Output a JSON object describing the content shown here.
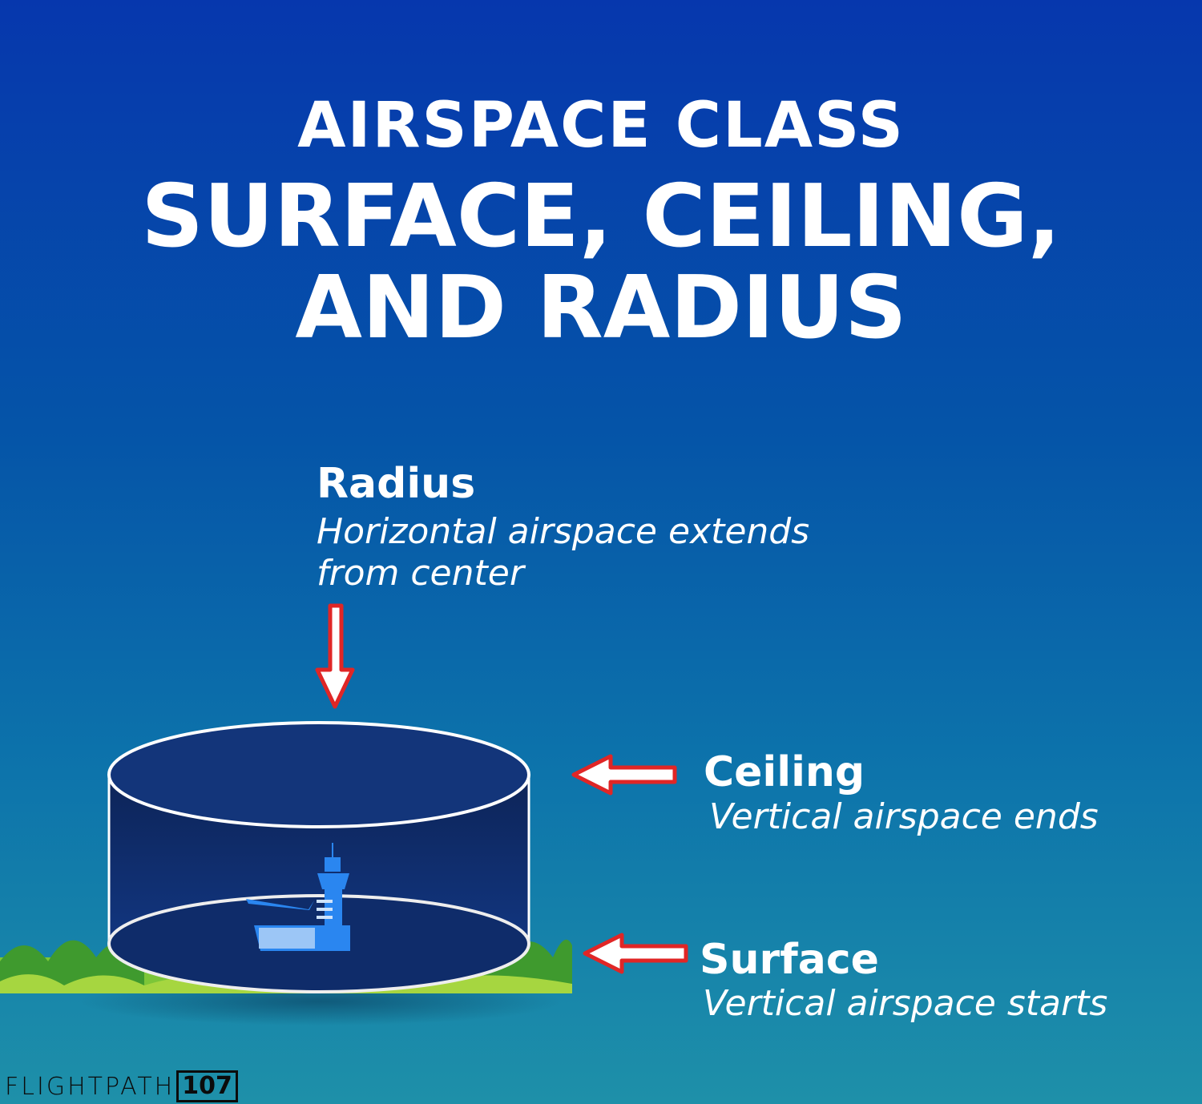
{
  "title": {
    "line1": "AIRSPACE CLASS",
    "line2": "SURFACE, CEILING,",
    "line3": "AND RADIUS"
  },
  "radius": {
    "label": "Radius",
    "desc_line1": "Horizontal airspace extends",
    "desc_line2": "from center"
  },
  "ceiling": {
    "label": "Ceiling",
    "desc": "Vertical airspace ends"
  },
  "surface": {
    "label": "Surface",
    "desc": "Vertical airspace starts"
  },
  "logo": {
    "text": "FLIGHTPATH",
    "number": "107"
  },
  "colors": {
    "arrow_stroke": "#e02626",
    "cylinder": "#11306f",
    "grass": "#5cb83a"
  }
}
